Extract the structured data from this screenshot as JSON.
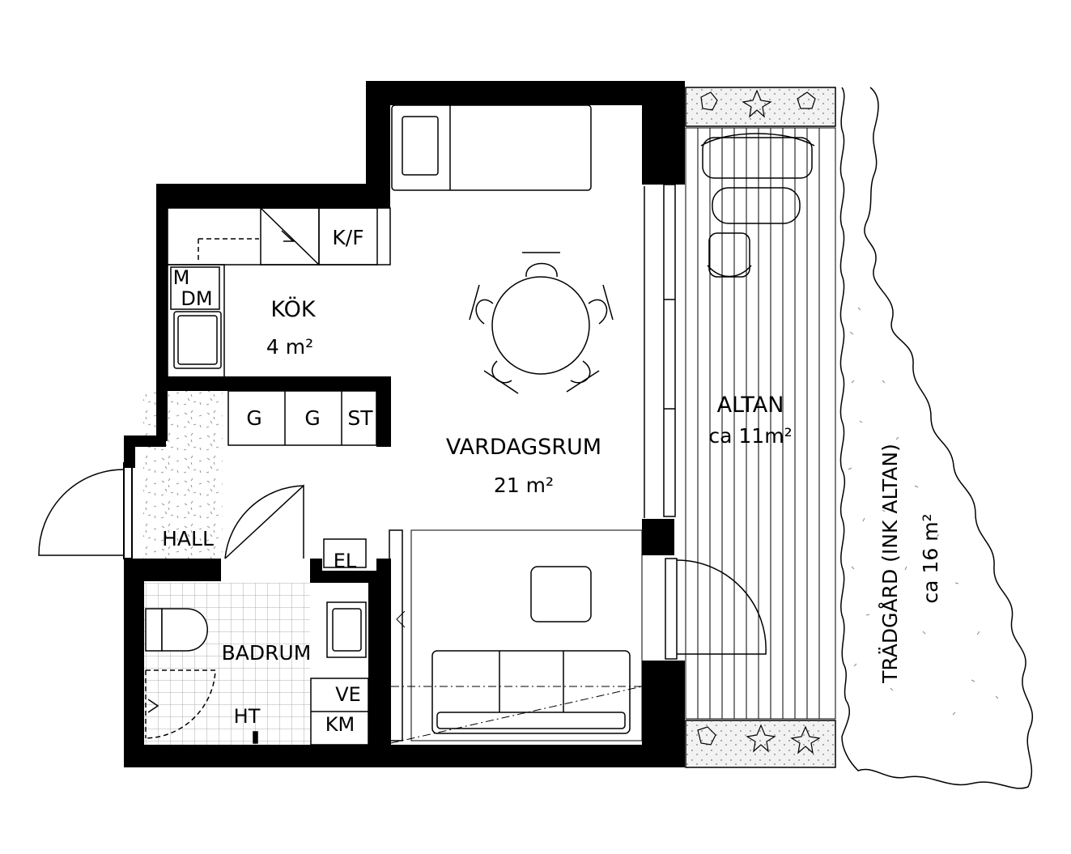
{
  "rooms": {
    "kitchen": {
      "name": "KÖK",
      "area": "4 m²"
    },
    "living": {
      "name": "VARDAGSRUM",
      "area": "21 m²"
    },
    "terrace": {
      "name": "ALTAN",
      "area": "ca 11m²"
    },
    "garden": {
      "name": "TRÄDGÅRD (INK ALTAN)",
      "area": "ca 16 m²"
    },
    "hall": {
      "name": "HALL"
    },
    "bathroom": {
      "name": "BADRUM"
    }
  },
  "fixtures": {
    "fridge_freezer": "K/F",
    "microwave": "M",
    "dishwasher": "DM",
    "wardrobe_1": "G",
    "wardrobe_2": "G",
    "storage": "ST",
    "electrical": "EL",
    "towel_heater": "HT",
    "washer": "VE",
    "dryer": "KM"
  },
  "colors": {
    "wall": "#000000",
    "line": "#000000",
    "background": "#ffffff",
    "planter": "#e8e8e8"
  }
}
